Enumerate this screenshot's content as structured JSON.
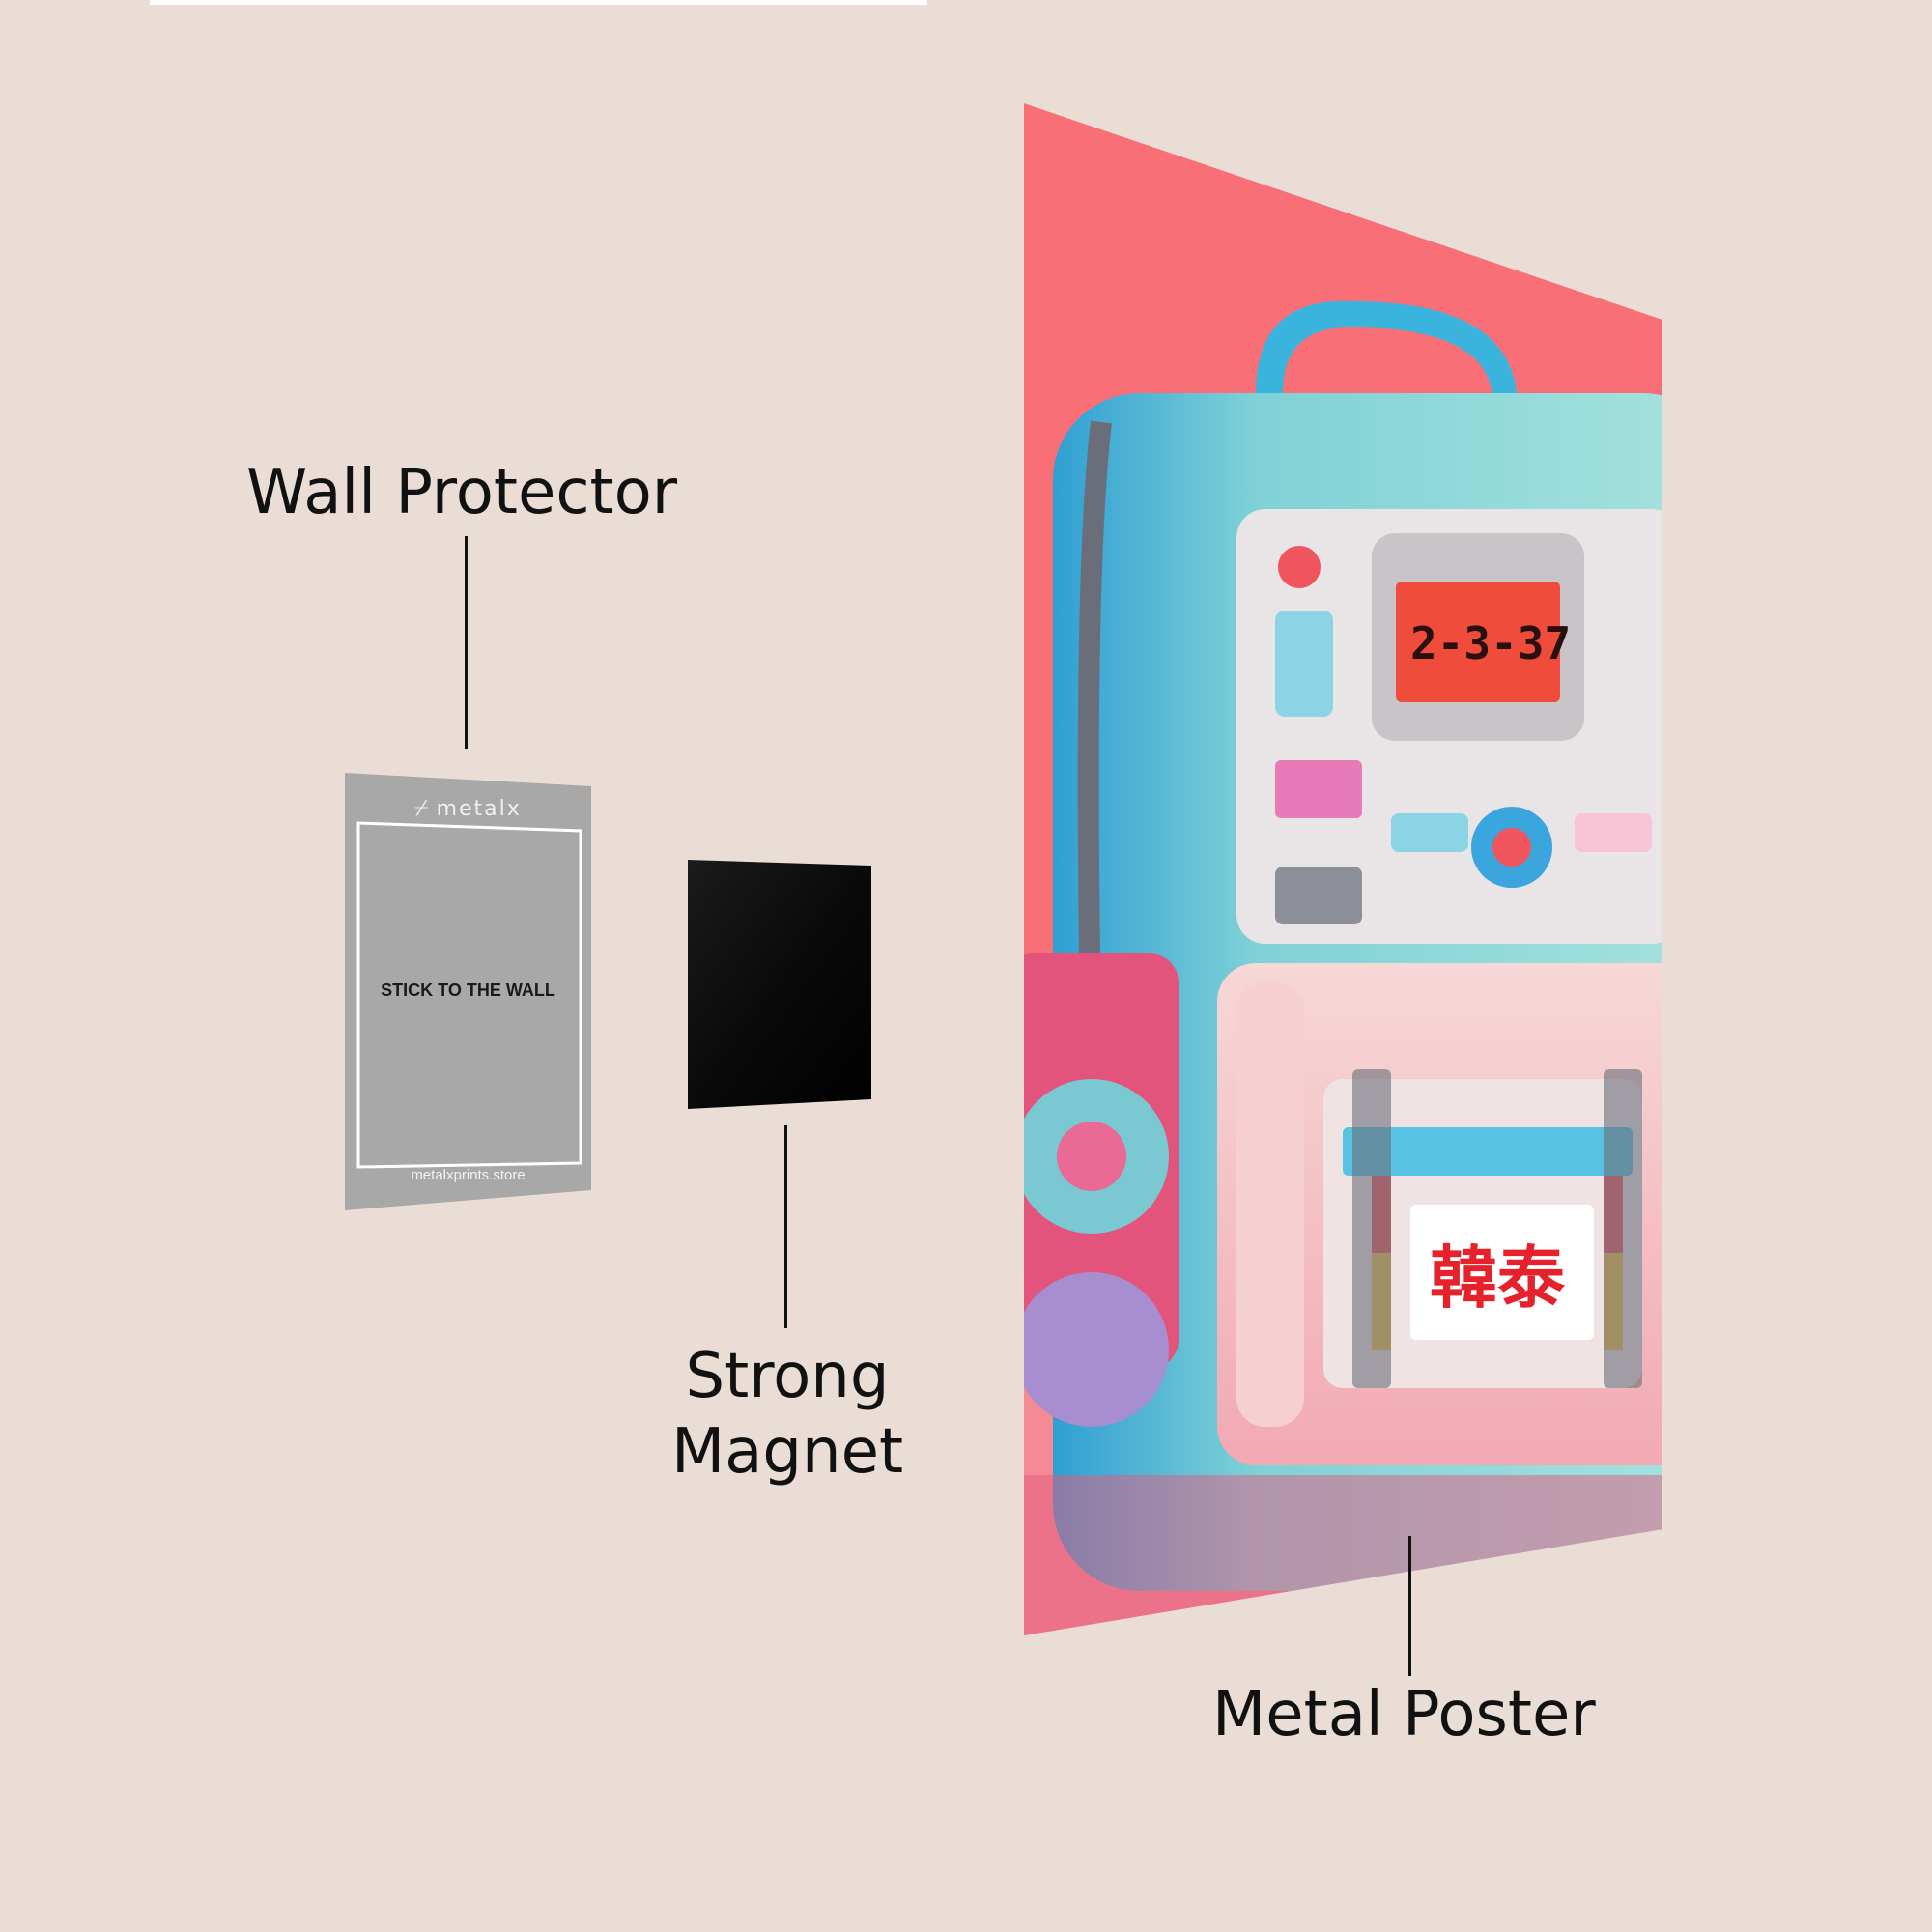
{
  "labels": {
    "wall_protector": "Wall Protector",
    "strong": "Strong",
    "magnet": "Magnet",
    "metal_poster": "Metal Poster"
  },
  "protector": {
    "brand": "metalx",
    "text": "STICK TO THE WALL",
    "url": "metalxprints.store"
  },
  "poster": {
    "display_text": "2-3-37",
    "sign_text": "韓泰",
    "icon": "retro-backpack-illustration"
  },
  "colors": {
    "background": "#e9ddd5",
    "poster_bg": "#f86f78",
    "magnet": "#050505",
    "protector": "#a8a8a8"
  }
}
